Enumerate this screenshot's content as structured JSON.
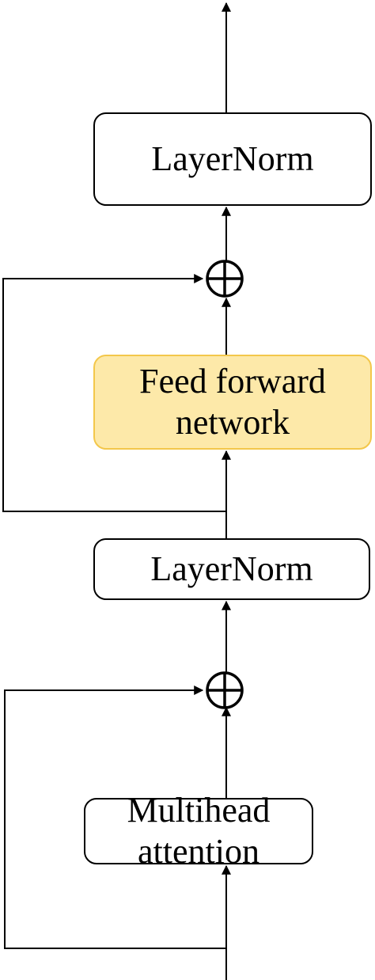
{
  "blocks": {
    "layernorm_top": {
      "label": "LayerNorm"
    },
    "feed_forward": {
      "label": "Feed forward\nnetwork",
      "fill": "#fde9a9",
      "border": "#f3c74b"
    },
    "layernorm_mid": {
      "label": "LayerNorm"
    },
    "multihead_attention": {
      "label": "Multihead\nattention"
    }
  },
  "colors": {
    "stroke": "#000000",
    "background": "#ffffff"
  },
  "icons": {
    "add": "circled-plus-icon",
    "arrow": "arrowhead-icon"
  }
}
